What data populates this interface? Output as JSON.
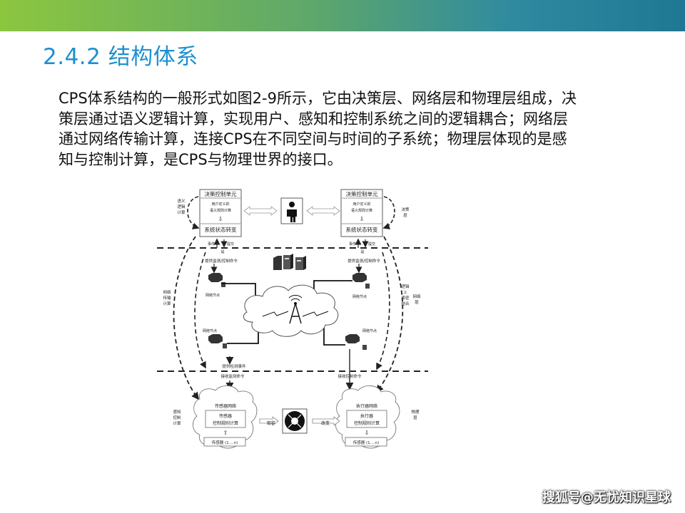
{
  "slide": {
    "title": "2.4.2  结构体系",
    "paragraph": "CPS体系结构的一般形式如图2-9所示，它由决策层、网络层和物理层组成，决策层通过语义逻辑计算，实现用户、感知和控制系统之间的逻辑耦合；网络层通过网络传输计算，连接CPS在不同空间与时间的子系统；物理层体现的是感知与控制计算，是CPS与物理世界的接口。",
    "watermark": "搜狐号@无忧知识星球"
  },
  "diagram": {
    "left_unit": {
      "title": "决策控制单元",
      "line1": "用户定义的",
      "line2": "语义规则计算",
      "bottom": "系统状态转变"
    },
    "right_unit": {
      "title": "决策控制单元",
      "line1": "用户定义的",
      "line2": "语义规则计算",
      "bottom": "系统状态转变"
    },
    "left_side_top": [
      "语义",
      "逻辑",
      "计算"
    ],
    "right_side_top": [
      "决策",
      "层"
    ],
    "left_side_mid": [
      "网络",
      "传输",
      "计算"
    ],
    "right_side_mid_inner": [
      "逻辑",
      "上",
      "紧密",
      "结合"
    ],
    "right_side_mid_outer": [
      "网络",
      "层"
    ],
    "left_side_bottom": [
      "感知",
      "控制",
      "计算"
    ],
    "right_side_bottom": [
      "物理",
      "层"
    ],
    "event_left": "事件",
    "submit_left": "提交",
    "event_right": "事件",
    "submit_right": "提交",
    "left_is": "是",
    "right_is": "是",
    "provide_cmd_left": "提供监测/控制命令",
    "provide_cmd_right": "提供监测/控制命令",
    "node_labels": [
      "网络节点",
      "网络节点",
      "网络节点",
      "网络节点"
    ],
    "provide_event": "提供检测事件",
    "receive_cmd_left": "接收监测命令",
    "receive_cmd_right": "接收控制命令",
    "sensor_net": {
      "title": "传感器网络",
      "box_line1": "传感器",
      "box_line2": "控制规则计算",
      "bottom": "传感器 (1....n)"
    },
    "actuator_net": {
      "title": "执行器网络",
      "box_line1": "执行器",
      "box_line2": "控制规则计算",
      "bottom": "传感器 (1....n)"
    },
    "sample_label": "取样",
    "change_label": "改变"
  }
}
